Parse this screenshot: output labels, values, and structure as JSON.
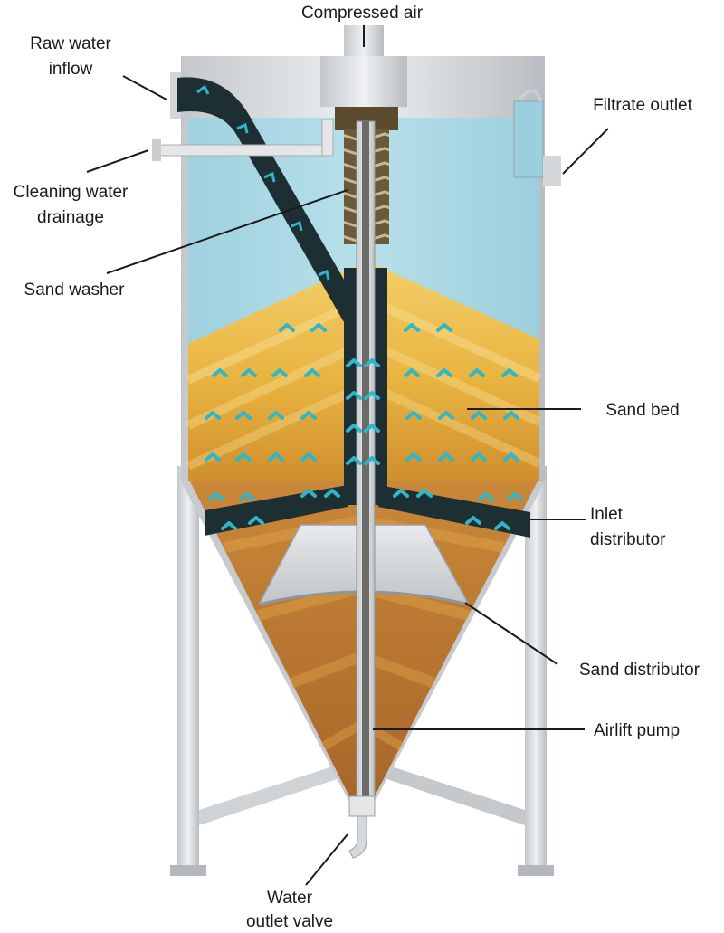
{
  "diagram": {
    "labels": {
      "compressed_air": "Compressed air",
      "raw_water_l1": "Raw water",
      "raw_water_l2": "inflow",
      "filtrate_outlet": "Filtrate outlet",
      "cleaning_water_l1": "Cleaning water",
      "cleaning_water_l2": "drainage",
      "sand_washer": "Sand washer",
      "sand_bed": "Sand bed",
      "inlet_distributor_l1": "Inlet",
      "inlet_distributor_l2": "distributor",
      "sand_distributor": "Sand distributor",
      "airlift_pump": "Airlift pump",
      "water_outlet_l1": "Water",
      "water_outlet_l2": "outlet valve"
    },
    "colors": {
      "water": "#a9d7e3",
      "sand_light": "#f2c65a",
      "sand_mid": "#e2a93a",
      "sand_dark": "#b67a30",
      "pipe_dark": "#1e2f33",
      "arrow_teal": "#2fb6c9",
      "steel": "#d9dcdf",
      "leader": "#1b1b1b"
    }
  }
}
